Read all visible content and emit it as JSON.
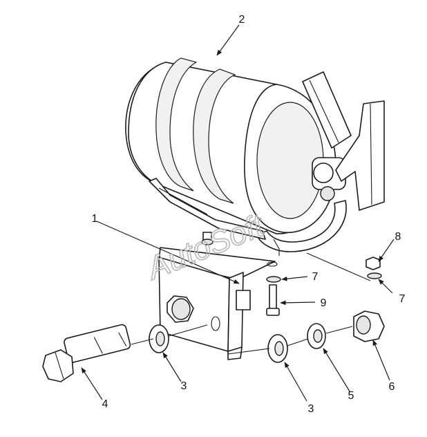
{
  "watermark": "AutoSoft",
  "callouts": {
    "c1": "1",
    "c2": "2",
    "c3a": "3",
    "c3b": "3",
    "c4": "4",
    "c5": "5",
    "c6": "6",
    "c7a": "7",
    "c7b": "7",
    "c8": "8",
    "c9": "9"
  }
}
